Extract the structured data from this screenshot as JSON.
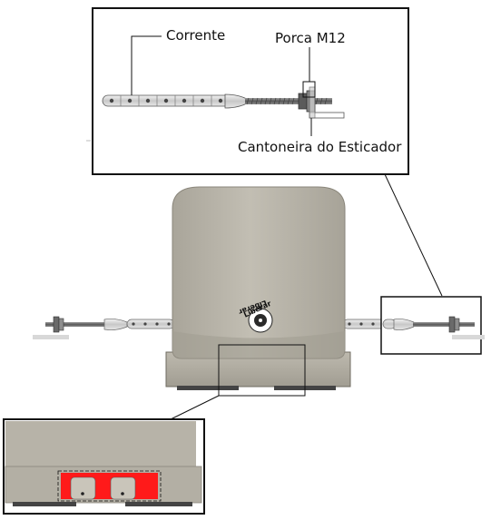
{
  "labels": {
    "chain": "Corrente",
    "nut": "Porca M12",
    "bracket": "Cantoneira do Esticador",
    "release": "Liberar"
  },
  "colors": {
    "motor_body": "#b8b4a8",
    "motor_shadow": "#8f8b80",
    "chain": "#d3d3d3",
    "rod": "#6f6f6f",
    "highlight": "#ff1a1a",
    "frame": "#111111"
  }
}
